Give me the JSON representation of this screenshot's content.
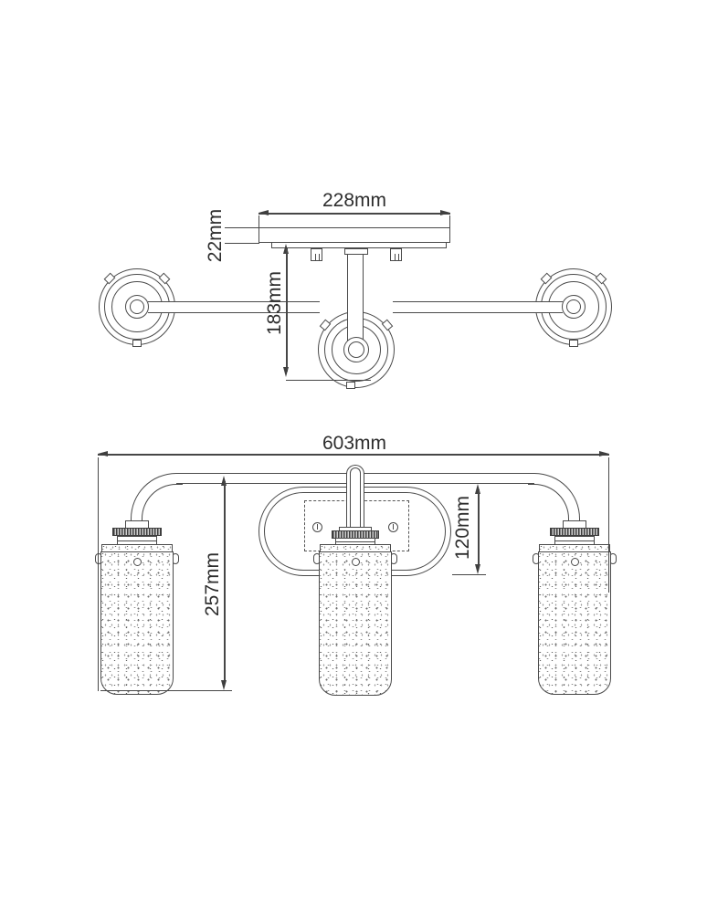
{
  "drawing": {
    "kind": "technical dimension drawing",
    "views": [
      "top",
      "front"
    ]
  },
  "dims": {
    "canopy_width": "228mm",
    "canopy_depth": "22mm",
    "projection": "183mm",
    "overall_width": "603mm",
    "overall_height": "257mm",
    "backplate_height": "120mm"
  },
  "colors": {
    "line": "#4a4a4a",
    "text": "#2d2d2d",
    "background": "#ffffff"
  }
}
